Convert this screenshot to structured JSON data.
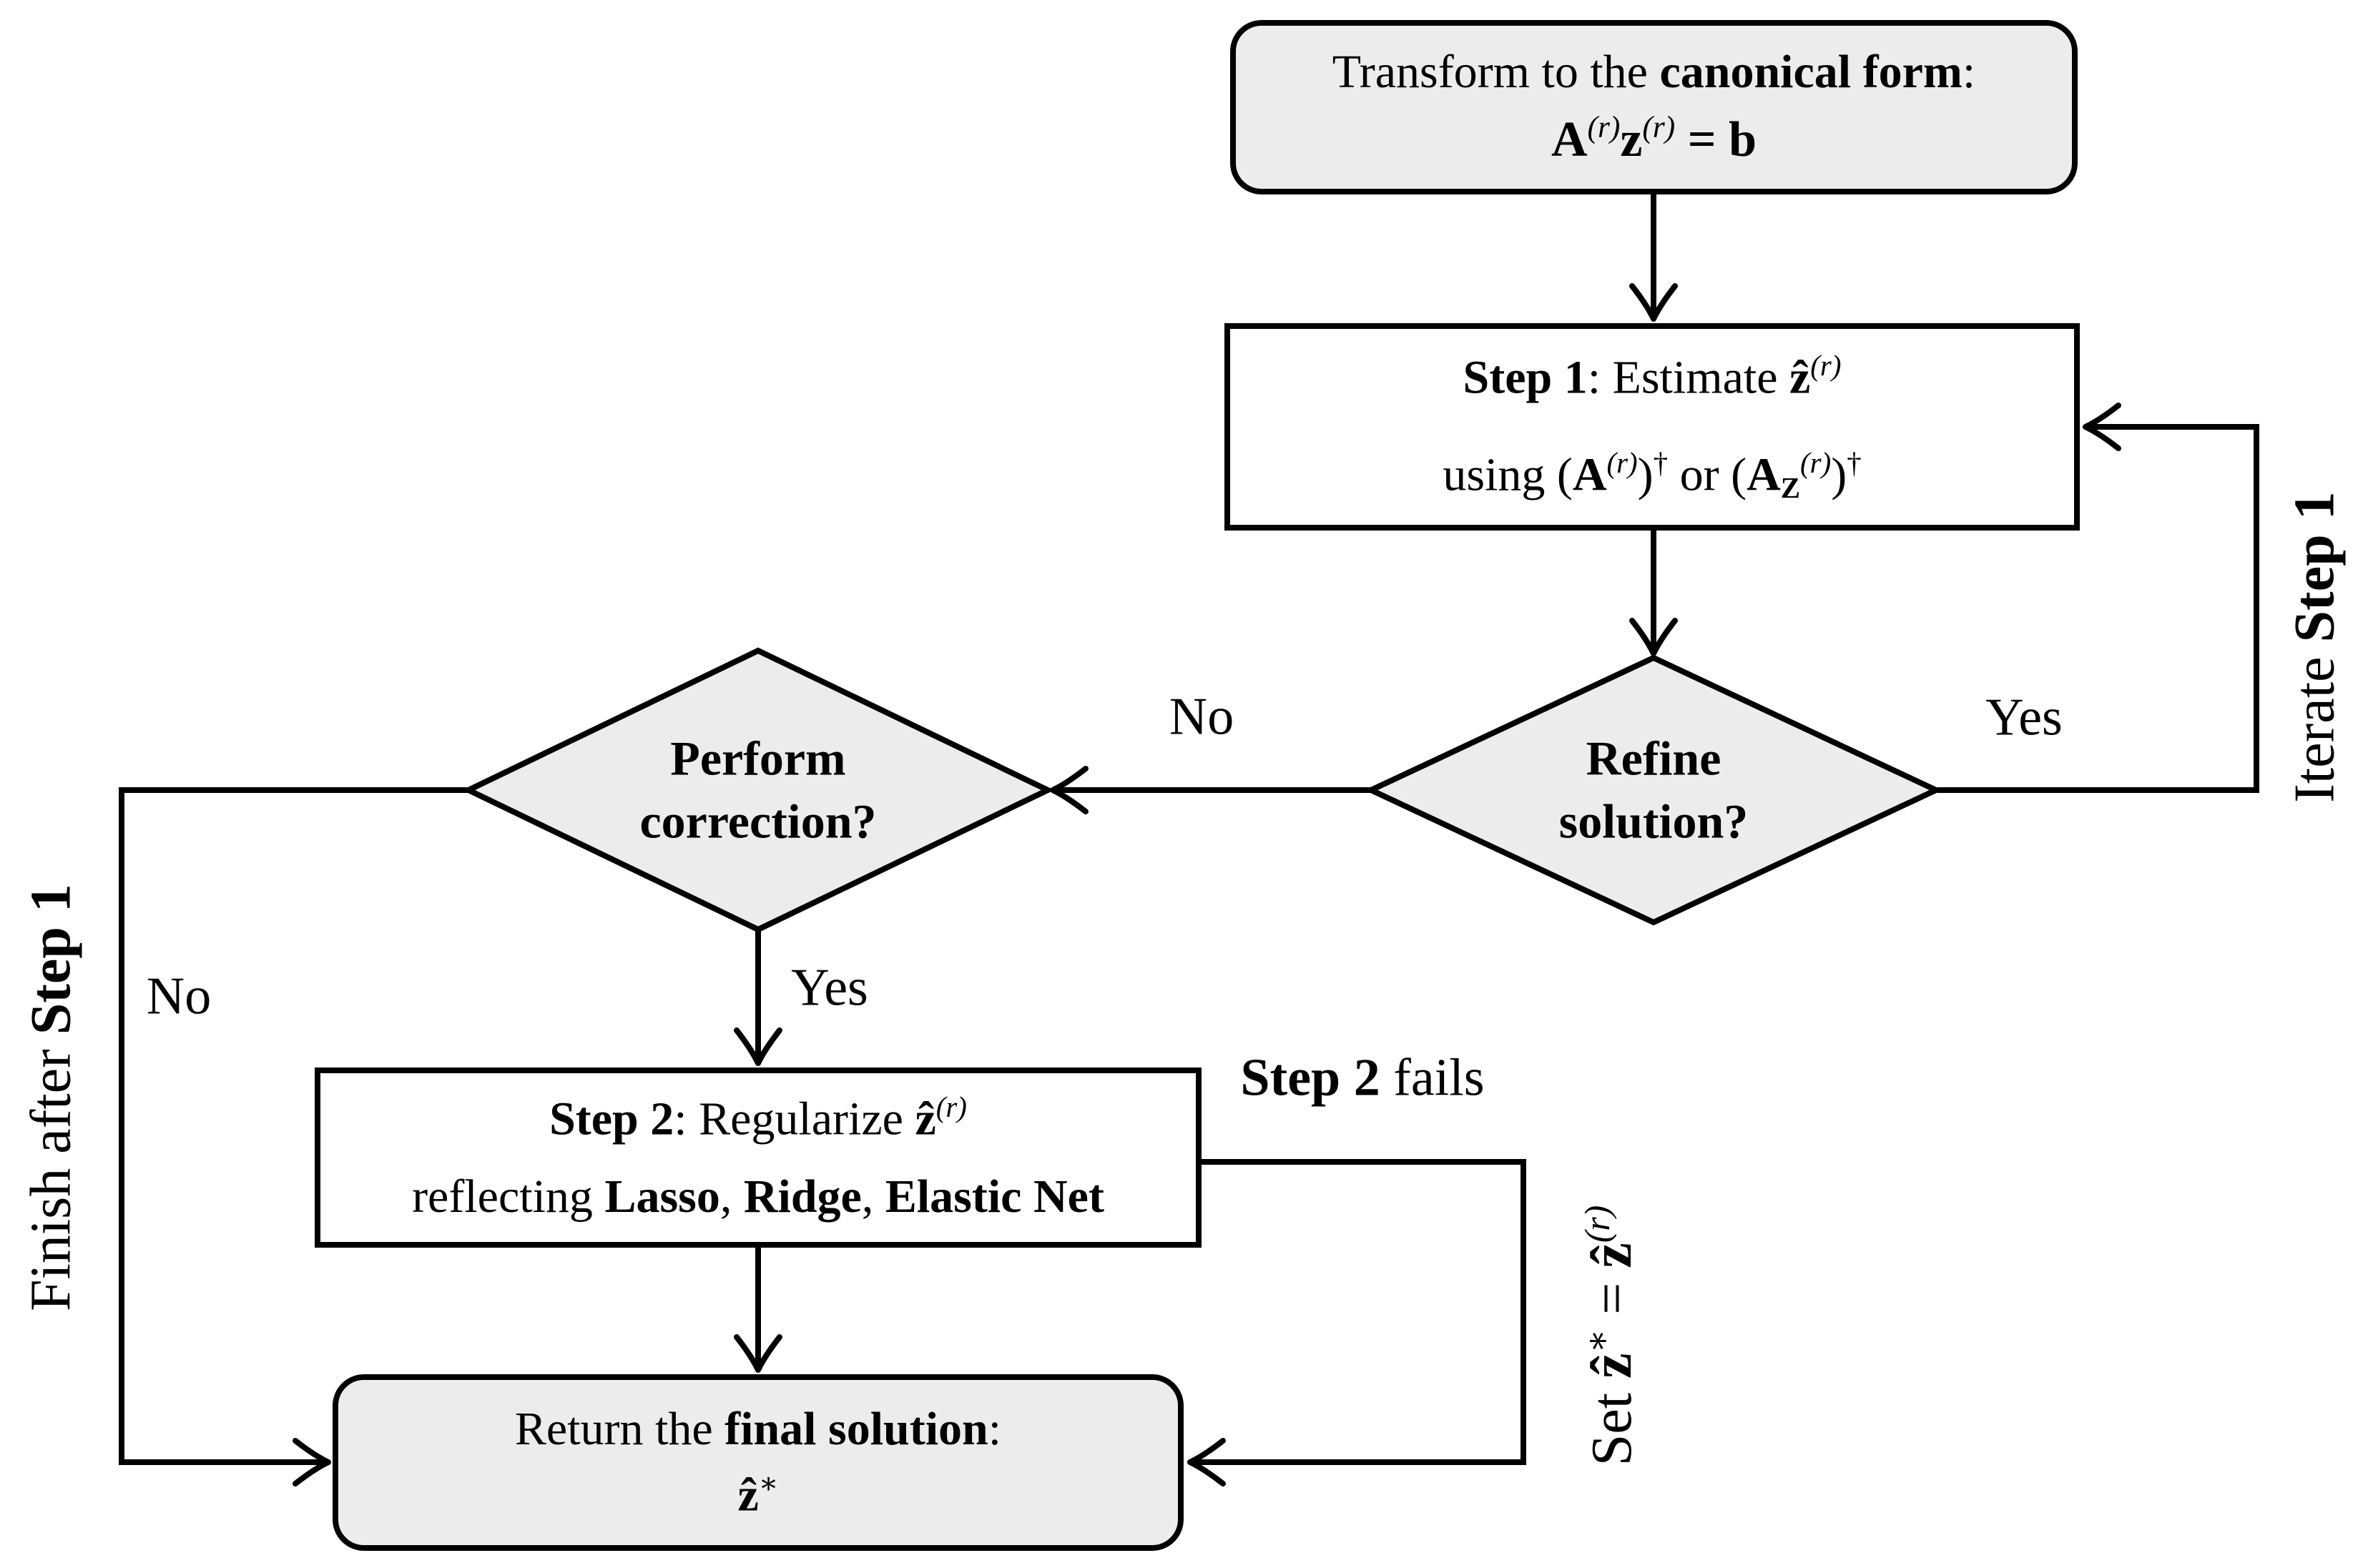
{
  "colors": {
    "background": "#ffffff",
    "node_fill": "#ececec",
    "node_stroke": "#000000",
    "line_color": "#000000",
    "text_color": "#000000"
  },
  "nodes": {
    "transform": {
      "line1": [
        {
          "t": "Transform to the "
        },
        {
          "t": "canonical form",
          "b": 1
        },
        {
          "t": ":"
        }
      ],
      "line2": [
        {
          "t": "A",
          "b": 1
        },
        {
          "t": "(r)",
          "v": "sup",
          "i": 1
        },
        {
          "t": "z",
          "b": 1
        },
        {
          "t": "(r)",
          "v": "sup",
          "i": 1
        },
        {
          "t": " = ",
          "b": 1
        },
        {
          "t": "b",
          "b": 1
        }
      ]
    },
    "step1": {
      "line1": [
        {
          "t": "Step 1",
          "b": 1
        },
        {
          "t": ": Estimate "
        },
        {
          "t": "ẑ",
          "b": 1
        },
        {
          "t": "(r)",
          "v": "sup",
          "i": 1
        }
      ],
      "line2": [
        {
          "t": "using ("
        },
        {
          "t": "A",
          "b": 1
        },
        {
          "t": "(r)",
          "v": "sup",
          "i": 1
        },
        {
          "t": ")"
        },
        {
          "t": "†",
          "v": "sup"
        },
        {
          "t": " or ("
        },
        {
          "t": "A",
          "b": 1
        },
        {
          "t": "Z",
          "v": "sub",
          "b": 1
        },
        {
          "t": "(r)",
          "v": "sup",
          "i": 1
        },
        {
          "t": ")"
        },
        {
          "t": "†",
          "v": "sup"
        }
      ]
    },
    "refine": {
      "line1": [
        {
          "t": "Refine",
          "b": 1
        }
      ],
      "line2": [
        {
          "t": "solution?",
          "b": 1
        }
      ]
    },
    "perform": {
      "line1": [
        {
          "t": "Perform",
          "b": 1
        }
      ],
      "line2": [
        {
          "t": "correction?",
          "b": 1
        }
      ]
    },
    "step2": {
      "line1": [
        {
          "t": "Step 2",
          "b": 1
        },
        {
          "t": ": Regularize "
        },
        {
          "t": "ẑ",
          "b": 1
        },
        {
          "t": "(r)",
          "v": "sup",
          "i": 1
        }
      ],
      "line2": [
        {
          "t": "reflecting "
        },
        {
          "t": "Lasso",
          "b": 1
        },
        {
          "t": ", "
        },
        {
          "t": "Ridge",
          "b": 1
        },
        {
          "t": ", "
        },
        {
          "t": "Elastic Net",
          "b": 1
        }
      ]
    },
    "return": {
      "line1": [
        {
          "t": "Return the "
        },
        {
          "t": "final solution",
          "b": 1
        },
        {
          "t": ":"
        }
      ],
      "line2": [
        {
          "t": "ẑ",
          "b": 1
        },
        {
          "t": "∗",
          "v": "sup"
        }
      ]
    }
  },
  "edge_labels": {
    "refine_no": [
      {
        "t": "No"
      }
    ],
    "refine_yes": [
      {
        "t": "Yes"
      }
    ],
    "perform_yes": [
      {
        "t": "Yes"
      }
    ],
    "perform_no": [
      {
        "t": "No"
      }
    ],
    "step2_fails": [
      {
        "t": "Step 2",
        "b": 1
      },
      {
        "t": " fails"
      }
    ],
    "iterate_step1": [
      {
        "t": "Iterate "
      },
      {
        "t": "Step 1",
        "b": 1
      }
    ],
    "finish_after_step1": [
      {
        "t": "Finish after "
      },
      {
        "t": "Step 1",
        "b": 1
      }
    ],
    "set_z": [
      {
        "t": "Set "
      },
      {
        "t": "ẑ",
        "b": 1
      },
      {
        "t": "∗",
        "v": "sup"
      },
      {
        "t": " = "
      },
      {
        "t": "ẑ",
        "b": 1
      },
      {
        "t": "(r)",
        "v": "sup",
        "i": 1
      }
    ]
  }
}
